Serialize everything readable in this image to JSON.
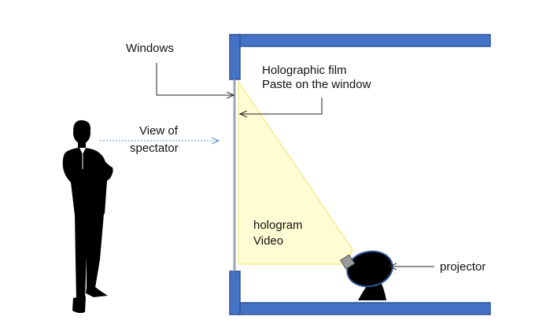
{
  "labels": {
    "windows": "Windows",
    "film_line1": "Holographic film",
    "film_line2": "Paste on the window",
    "view_line1": "View of",
    "view_line2": "spectator",
    "hologram_line1": "hologram",
    "hologram_line2": "Video",
    "projector": "projector"
  },
  "colors": {
    "wall_fill": "#4472c4",
    "wall_stroke": "#2f5597",
    "beam_fill": "#fffbd2",
    "beam_stroke": "#f2e36b",
    "silhouette": "#000000",
    "dotted_arrow": "#5b8bd0"
  }
}
